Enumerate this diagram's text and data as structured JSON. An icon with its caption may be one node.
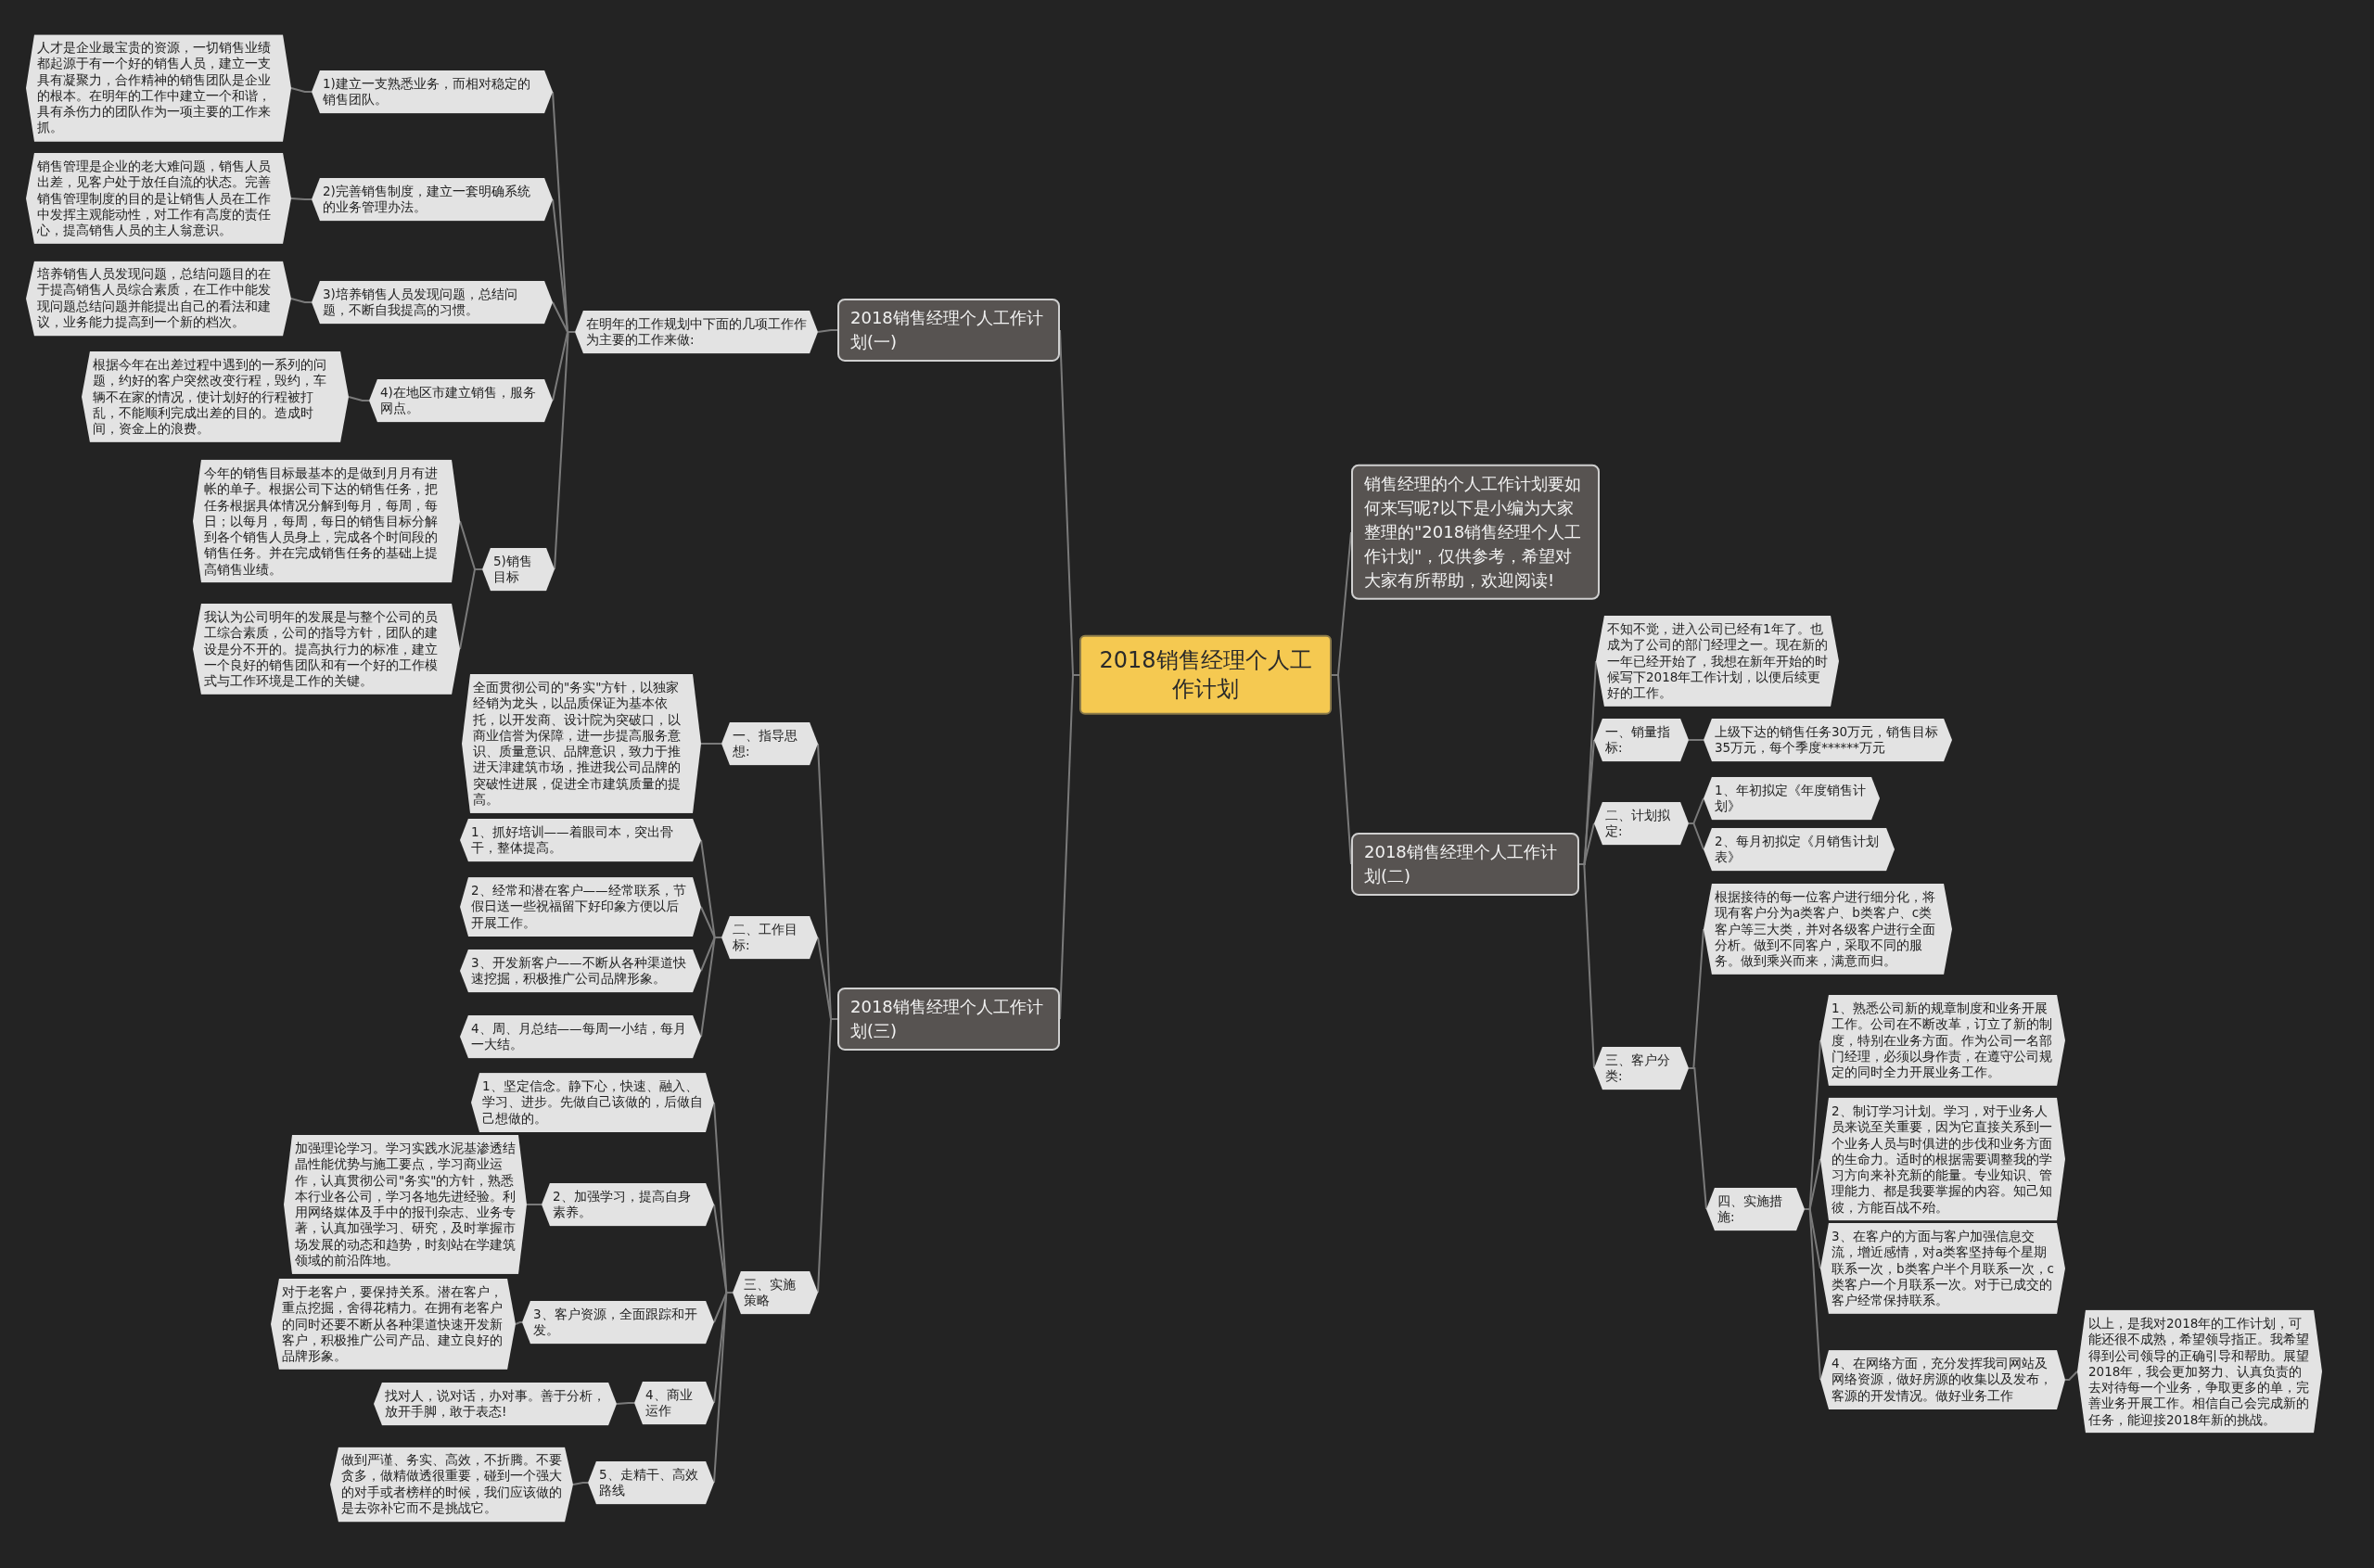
{
  "diagram": {
    "nodes": [
      {
        "text": [
          "2018销售经理个人工作计划"
        ]
      },
      {
        "text": [
          "2018销售经理个人工作计划(一)"
        ]
      },
      {
        "text": [
          "在明年的工作规划中下面的几项工作作为主要的工作来做:"
        ]
      },
      {
        "text": [
          "1)建立一支熟悉业务，而相对稳定的销售团队。"
        ]
      },
      {
        "text": [
          "人才是企业最宝贵的资源，一切销售业绩都起源于有一个好的销售人员，建立一支具有凝聚力，合作精神的销售团队是企业的根本。在明年的工作中建立一个和谐，具有杀伤力的团队作为一项主要的工作来抓。"
        ]
      },
      {
        "text": [
          "2)完善销售制度，建立一套明确系统的业务管理办法。"
        ]
      },
      {
        "text": [
          "销售管理是企业的老大难问题，销售人员出差，见客户处于放任自流的状态。完善销售管理制度的目的是让销售人员在工作中发挥主观能动性，对工作有高度的责任心，提高销售人员的主人翁意识。"
        ]
      },
      {
        "text": [
          "3)培养销售人员发现问题，总结问题，不断自我提高的习惯。"
        ]
      },
      {
        "text": [
          "培养销售人员发现问题，总结问题目的在于提高销售人员综合素质，在工作中能发现问题总结问题并能提出自己的看法和建议，业务能力提高到一个新的档次。"
        ]
      },
      {
        "text": [
          "4)在地区市建立销售，服务网点。"
        ]
      },
      {
        "text": [
          "根据今年在出差过程中遇到的一系列的问题，约好的客户突然改变行程，毁约，车辆不在家的情况，使计划好的行程被打乱，不能顺利完成出差的目的。造成时间，资金上的浪费。"
        ]
      },
      {
        "text": [
          "5)销售目标"
        ]
      },
      {
        "text": [
          "今年的销售目标最基本的是做到月月有进帐的单子。根据公司下达的销售任务，把任务根据具体情况分解到每月，每周，每日；以每月，每周，每日的销售目标分解到各个销售人员身上，完成各个时间段的销售任务。并在完成销售任务的基础上提高销售业绩。"
        ]
      },
      {
        "text": [
          "我认为公司明年的发展是与整个公司的员工综合素质，公司的指导方针，团队的建设是分不开的。提高执行力的标准，建立一个良好的销售团队和有一个好的工作模式与工作环境是工作的关键。"
        ]
      },
      {
        "text": [
          "2018销售经理个人工作计划(三)"
        ]
      },
      {
        "text": [
          "一、指导思想:"
        ]
      },
      {
        "text": [
          "全面贯彻公司的\"务实\"方针，以独家经销为龙头，以品质保证为基本依托，以开发商、设计院为突破口，以商业信誉为保障，进一步提高服务意识、质量意识、品牌意识，致力于推进天津建筑市场，推进我公司品牌的突破性进展，促进全市建筑质量的提高。"
        ]
      },
      {
        "text": [
          "二、工作目标:"
        ]
      },
      {
        "text": [
          "1、抓好培训——着眼司本，突出骨干，整体提高。"
        ]
      },
      {
        "text": [
          "2、经常和潜在客户——经常联系，节假日送一些祝福留下好印象方便以后开展工作。"
        ]
      },
      {
        "text": [
          "3、开发新客户——不断从各种渠道快速挖掘，积极推广公司品牌形象。"
        ]
      },
      {
        "text": [
          "4、周、月总结——每周一小结，每月一大结。"
        ]
      },
      {
        "text": [
          "三、实施策略"
        ]
      },
      {
        "text": [
          "1、坚定信念。静下心，快速、融入、学习、进步。先做自己该做的，后做自己想做的。"
        ]
      },
      {
        "text": [
          "2、加强学习，提高自身素养。"
        ]
      },
      {
        "text": [
          "加强理论学习。学习实践水泥基渗透结晶性能优势与施工要点，学习商业运作，认真贯彻公司\"务实\"的方针，熟悉本行业各公司，学习各地先进经验。利用网络媒体及手中的报刊杂志、业务专著，认真加强学习、研究，及时掌握市场发展的动态和趋势，时刻站在学建筑领域的前沿阵地。"
        ]
      },
      {
        "text": [
          "3、客户资源，全面跟踪和开发。"
        ]
      },
      {
        "text": [
          "对于老客户，要保持关系。潜在客户，重点挖掘，舍得花精力。在拥有老客户的同时还要不断从各种渠道快速开发新客户，积极推广公司产品、建立良好的品牌形象。"
        ]
      },
      {
        "text": [
          "4、商业运作"
        ]
      },
      {
        "text": [
          "找对人，说对话，办对事。善于分析，放开手脚，敢于表态!"
        ]
      },
      {
        "text": [
          "5、走精干、高效路线"
        ]
      },
      {
        "text": [
          "做到严谨、务实、高效，不折腾。不要贪多，做精做透很重要，碰到一个强大的对手或者榜样的时候，我们应该做的是去弥补它而不是挑战它。"
        ]
      },
      {
        "text": [
          "销售经理的个人工作计划要如何来写呢?以下是小编为大家整理的\"2018销售经理个人工作计划\"，仅供参考，希望对大家有所帮助，欢迎阅读!"
        ]
      },
      {
        "text": [
          "2018销售经理个人工作计划(二)"
        ]
      },
      {
        "text": [
          "不知不觉，进入公司已经有1年了。也成为了公司的部门经理之一。现在新的一年已经开始了，我想在新年开始的时候写下2018年工作计划，以便后续更好的工作。"
        ]
      },
      {
        "text": [
          "一、销量指标:"
        ]
      },
      {
        "text": [
          "上级下达的销售任务30万元，销售目标35万元，每个季度******万元"
        ]
      },
      {
        "text": [
          "二、计划拟定:"
        ]
      },
      {
        "text": [
          "1、年初拟定《年度销售计划》"
        ]
      },
      {
        "text": [
          "2、每月初拟定《月销售计划表》"
        ]
      },
      {
        "text": [
          "三、客户分类:"
        ]
      },
      {
        "text": [
          "根据接待的每一位客户进行细分化，将现有客户分为a类客户、b类客户、c类客户等三大类，并对各级客户进行全面分析。做到不同客户，采取不同的服务。做到乘兴而来，满意而归。"
        ]
      },
      {
        "text": [
          "四、实施措施:"
        ]
      },
      {
        "text": [
          "1、熟悉公司新的规章制度和业务开展工作。公司在不断改革，订立了新的制度，特别在业务方面。作为公司一名部门经理，必须以身作责，在遵守公司规定的同时全力开展业务工作。"
        ]
      },
      {
        "text": [
          "2、制订学习计划。学习，对于业务人员来说至关重要，因为它直接关系到一个业务人员与时俱进的步伐和业务方面的生命力。适时的根据需要调整我的学习方向来补充新的能量。专业知识、管理能力、都是我要掌握的内容。知己知彼，方能百战不殆。"
        ]
      },
      {
        "text": [
          "3、在客户的方面与客户加强信息交流，增近感情，对a类客坚持每个星期联系一次，b类客户半个月联系一次，c类客户一个月联系一次。对于已成交的客户经常保持联系。"
        ]
      },
      {
        "text": [
          "4、在网络方面，充分发挥我司网站及网络资源，做好房源的收集以及发布，客源的开发情况。做好业务工作"
        ]
      },
      {
        "text": [
          "以上，是我对2018年的工作计划，可能还很不成熟，希望领导指正。我希望得到公司领导的正确引导和帮助。展望2018年，我会更加努力、认真负责的去对待每一个业务，争取更多的单，完善业务开展工作。相信自己会完成新的任务，能迎接2018年新的挑战。"
        ]
      }
    ],
    "edges": [
      {
        "from": 0,
        "to": 1,
        "arrow": "none"
      },
      {
        "from": 1,
        "to": 2,
        "arrow": "none"
      },
      {
        "from": 2,
        "to": 3,
        "arrow": "none"
      },
      {
        "from": 3,
        "to": 4,
        "arrow": "none"
      },
      {
        "from": 2,
        "to": 5,
        "arrow": "none"
      },
      {
        "from": 5,
        "to": 6,
        "arrow": "none"
      },
      {
        "from": 2,
        "to": 7,
        "arrow": "none"
      },
      {
        "from": 7,
        "to": 8,
        "arrow": "none"
      },
      {
        "from": 2,
        "to": 9,
        "arrow": "none"
      },
      {
        "from": 9,
        "to": 10,
        "arrow": "none"
      },
      {
        "from": 2,
        "to": 11,
        "arrow": "none"
      },
      {
        "from": 11,
        "to": 12,
        "arrow": "none"
      },
      {
        "from": 11,
        "to": 13,
        "arrow": "none"
      },
      {
        "from": 0,
        "to": 14,
        "arrow": "none"
      },
      {
        "from": 14,
        "to": 15,
        "arrow": "none"
      },
      {
        "from": 15,
        "to": 16,
        "arrow": "none"
      },
      {
        "from": 14,
        "to": 17,
        "arrow": "none"
      },
      {
        "from": 17,
        "to": 18,
        "arrow": "none"
      },
      {
        "from": 17,
        "to": 19,
        "arrow": "none"
      },
      {
        "from": 17,
        "to": 20,
        "arrow": "none"
      },
      {
        "from": 17,
        "to": 21,
        "arrow": "none"
      },
      {
        "from": 14,
        "to": 22,
        "arrow": "none"
      },
      {
        "from": 22,
        "to": 23,
        "arrow": "none"
      },
      {
        "from": 22,
        "to": 24,
        "arrow": "none"
      },
      {
        "from": 24,
        "to": 25,
        "arrow": "none"
      },
      {
        "from": 22,
        "to": 26,
        "arrow": "none"
      },
      {
        "from": 26,
        "to": 27,
        "arrow": "none"
      },
      {
        "from": 22,
        "to": 28,
        "arrow": "none"
      },
      {
        "from": 28,
        "to": 29,
        "arrow": "none"
      },
      {
        "from": 22,
        "to": 30,
        "arrow": "none"
      },
      {
        "from": 30,
        "to": 31,
        "arrow": "none"
      },
      {
        "from": 0,
        "to": 32,
        "arrow": "none"
      },
      {
        "from": 0,
        "to": 33,
        "arrow": "none"
      },
      {
        "from": 33,
        "to": 34,
        "arrow": "none"
      },
      {
        "from": 33,
        "to": 35,
        "arrow": "none"
      },
      {
        "from": 35,
        "to": 36,
        "arrow": "none"
      },
      {
        "from": 33,
        "to": 37,
        "arrow": "none"
      },
      {
        "from": 37,
        "to": 38,
        "arrow": "none"
      },
      {
        "from": 37,
        "to": 39,
        "arrow": "none"
      },
      {
        "from": 33,
        "to": 40,
        "arrow": "none"
      },
      {
        "from": 40,
        "to": 41,
        "arrow": "none"
      },
      {
        "from": 40,
        "to": 42,
        "arrow": "none"
      },
      {
        "from": 42,
        "to": 43,
        "arrow": "none"
      },
      {
        "from": 42,
        "to": 44,
        "arrow": "none"
      },
      {
        "from": 42,
        "to": 45,
        "arrow": "none"
      },
      {
        "from": 42,
        "to": 46,
        "arrow": "none"
      },
      {
        "from": 46,
        "to": 47,
        "arrow": "none"
      }
    ]
  }
}
